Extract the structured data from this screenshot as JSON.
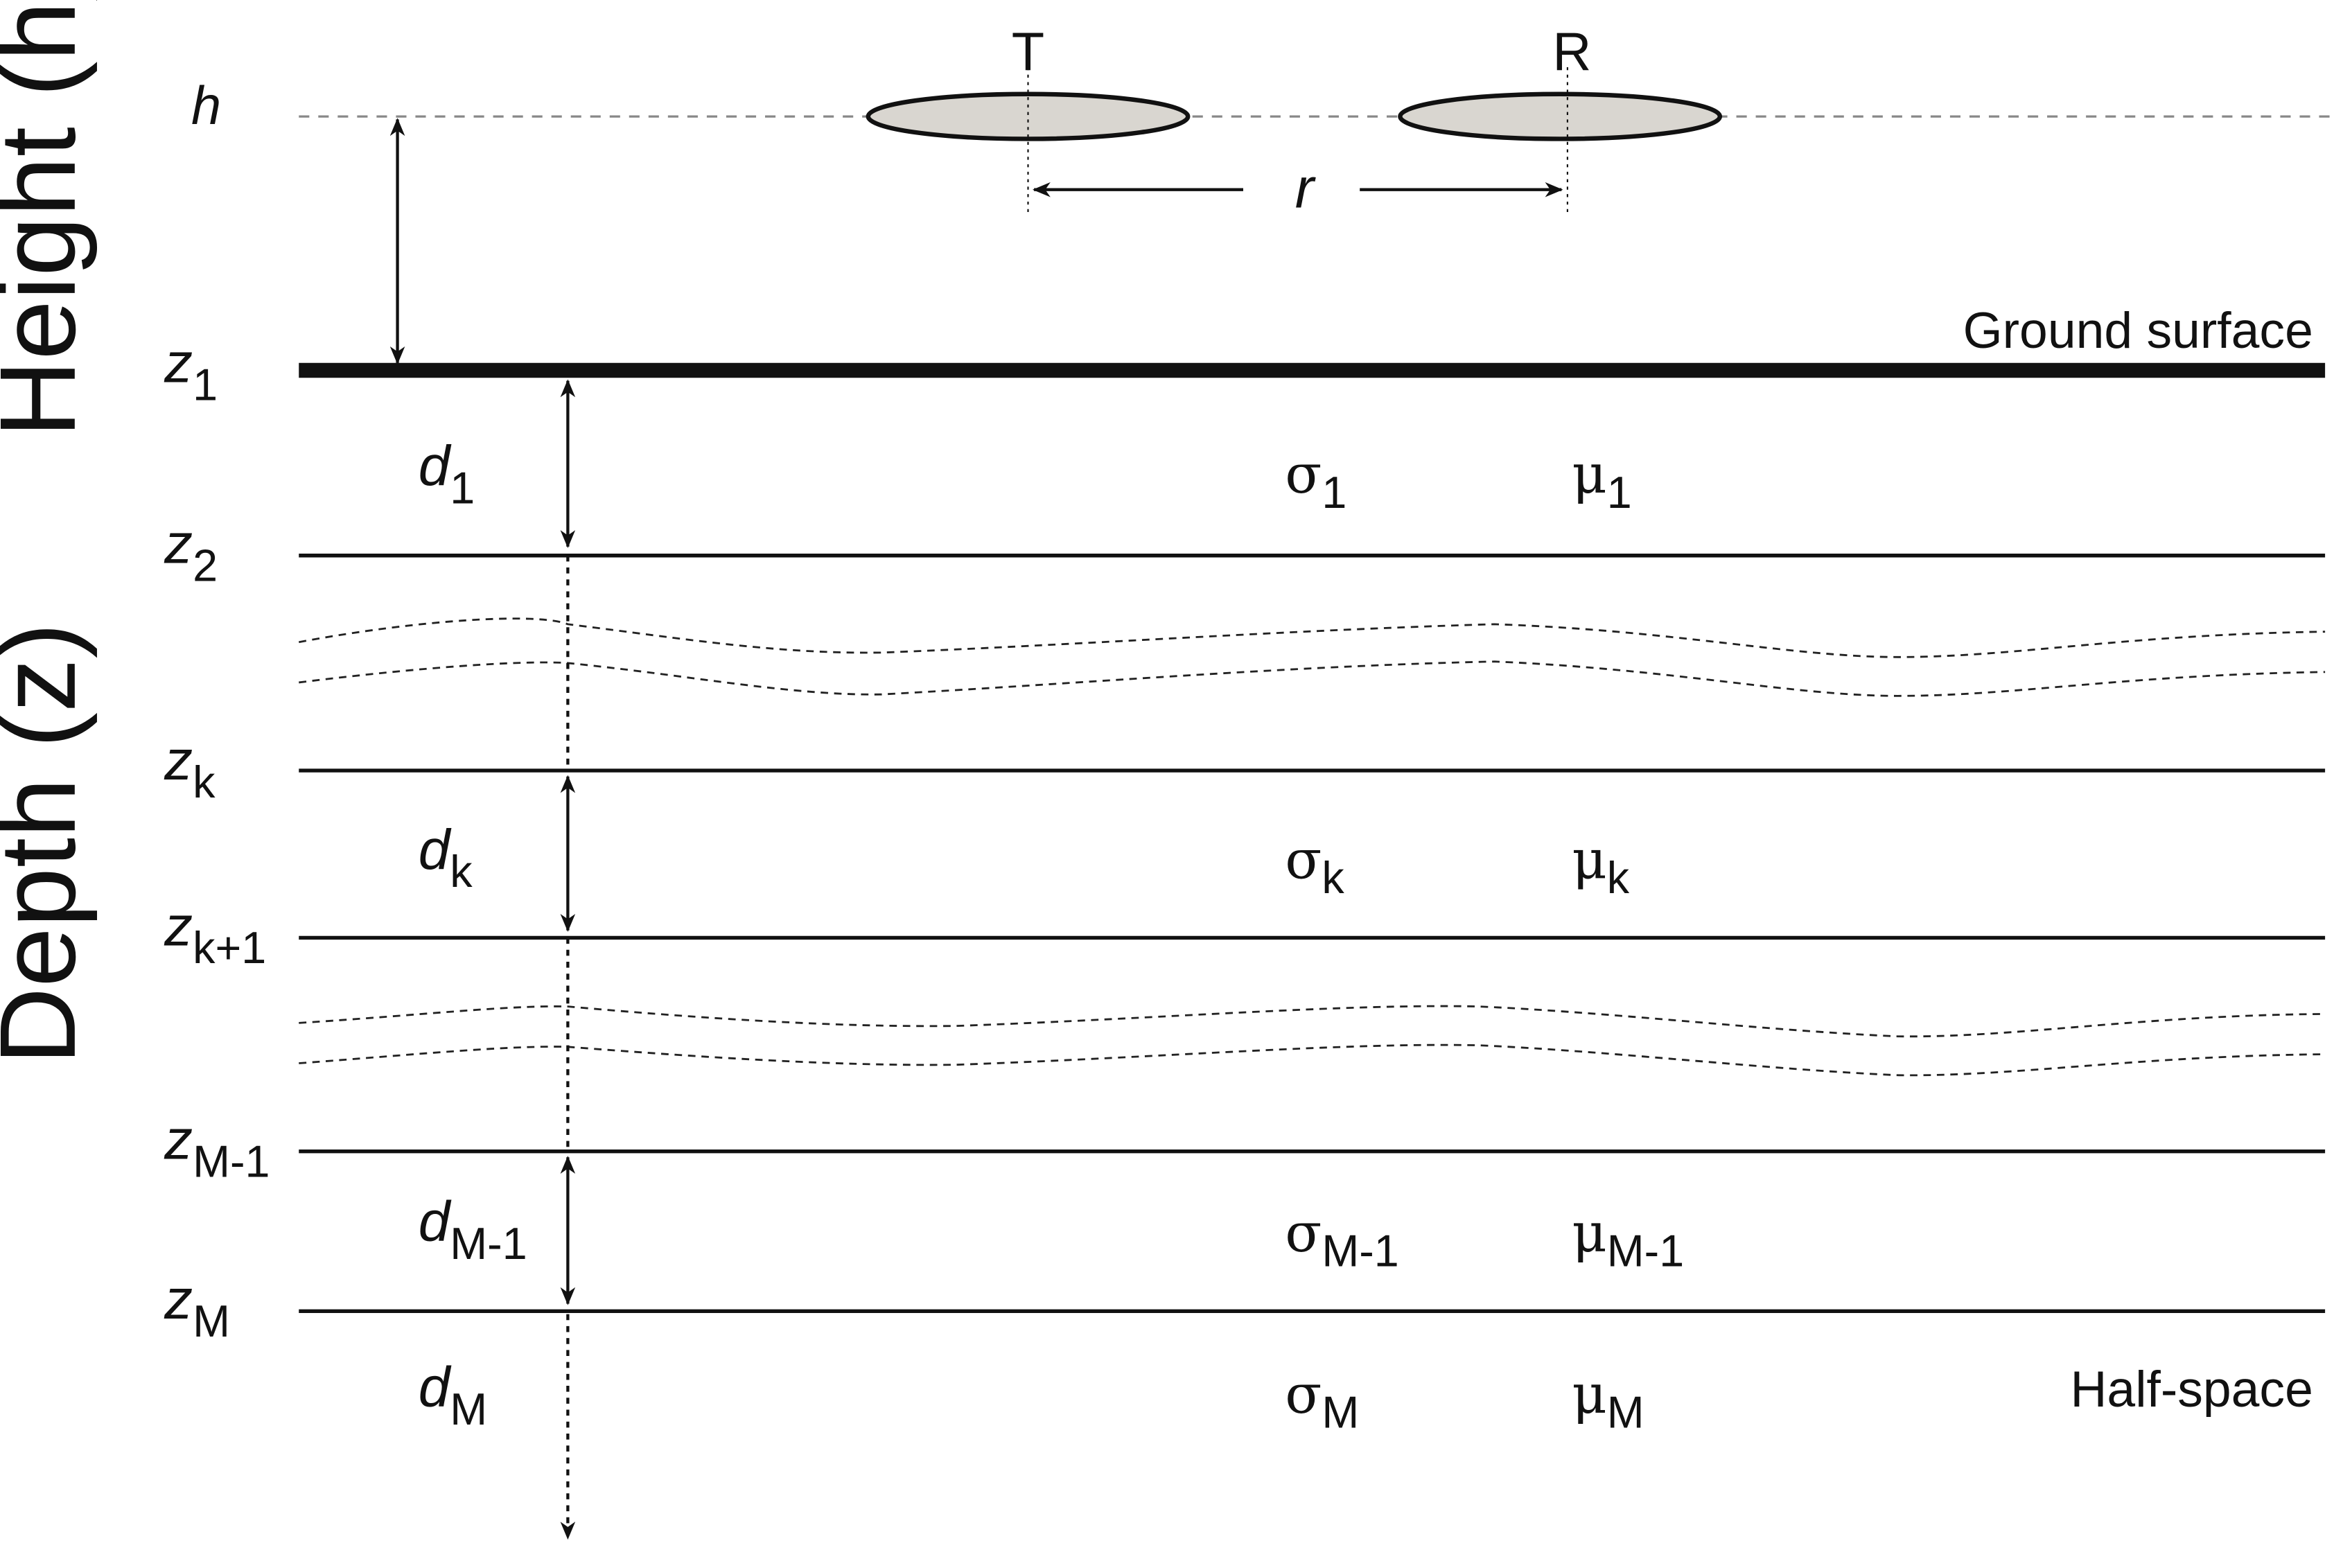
{
  "axes": {
    "height_title": "Height (h)",
    "depth_title": "Depth (z)",
    "height_symbol": "h"
  },
  "antennas": {
    "transmitter_label": "T",
    "receiver_label": "R",
    "separation_label": "r",
    "loop_fill": "#d9d6d0"
  },
  "annotations": {
    "ground_surface": "Ground surface",
    "half_space": "Half-space"
  },
  "interfaces": [
    {
      "symbol": "z",
      "sub": "1"
    },
    {
      "symbol": "z",
      "sub": "2"
    },
    {
      "symbol": "z",
      "sub": "k"
    },
    {
      "symbol": "z",
      "sub": "k+1"
    },
    {
      "symbol": "z",
      "sub": "M-1"
    },
    {
      "symbol": "z",
      "sub": "M"
    }
  ],
  "layers": [
    {
      "thickness": {
        "symbol": "d",
        "sub": "1"
      },
      "conductivity": {
        "symbol": "σ",
        "sub": "1"
      },
      "permeability": {
        "symbol": "μ",
        "sub": "1"
      }
    },
    {
      "thickness": {
        "symbol": "d",
        "sub": "k"
      },
      "conductivity": {
        "symbol": "σ",
        "sub": "k"
      },
      "permeability": {
        "symbol": "μ",
        "sub": "k"
      }
    },
    {
      "thickness": {
        "symbol": "d",
        "sub": "M-1"
      },
      "conductivity": {
        "symbol": "σ",
        "sub": "M-1"
      },
      "permeability": {
        "symbol": "μ",
        "sub": "M-1"
      }
    },
    {
      "thickness": {
        "symbol": "d",
        "sub": "M"
      },
      "conductivity": {
        "symbol": "σ",
        "sub": "M"
      },
      "permeability": {
        "symbol": "μ",
        "sub": "M"
      }
    }
  ]
}
